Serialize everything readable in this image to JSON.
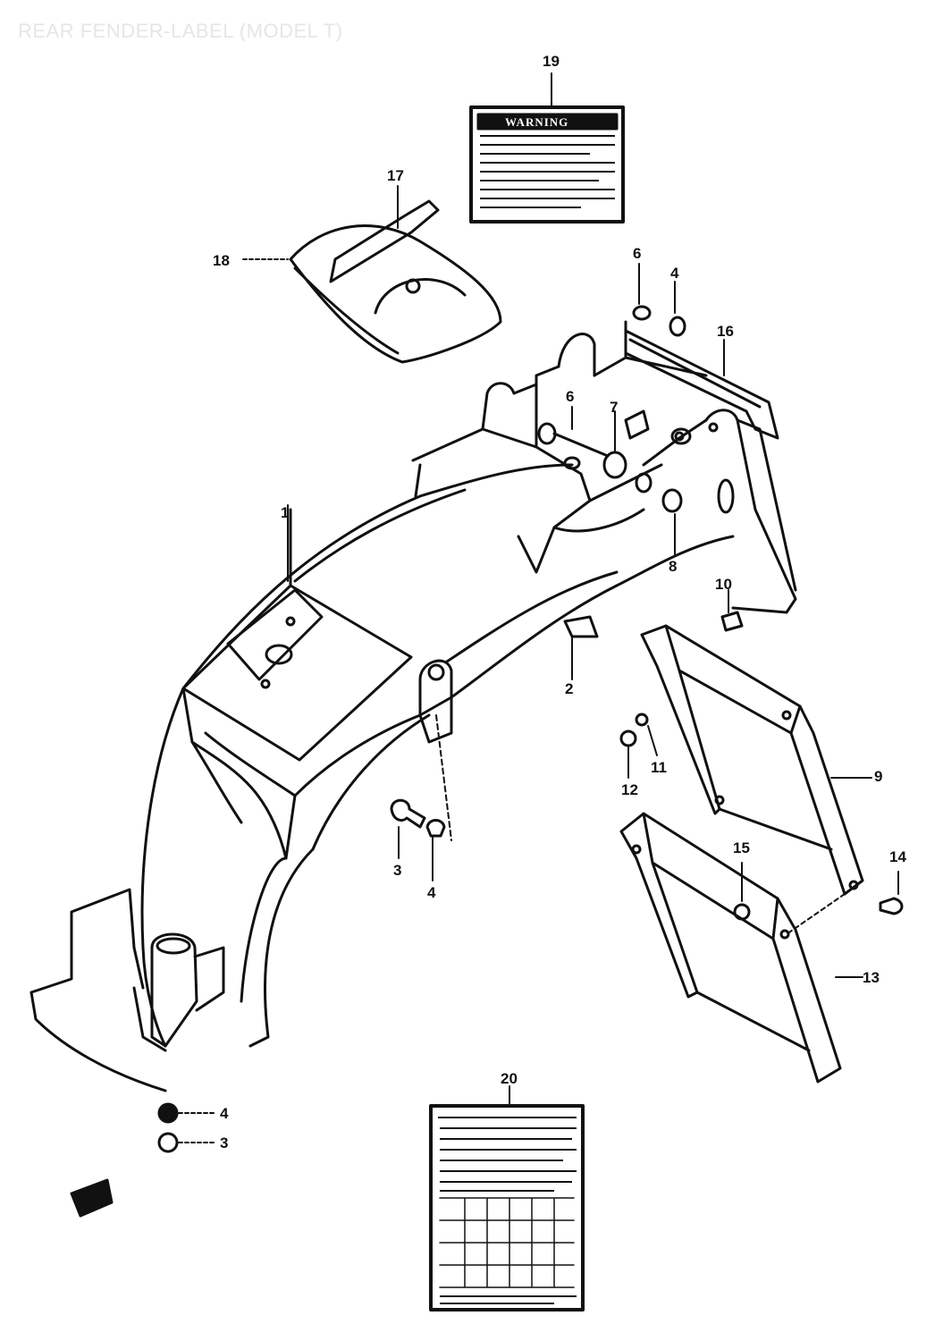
{
  "title": "REAR FENDER-LABEL (MODEL T)",
  "callouts": {
    "c1": "1",
    "c2": "2",
    "c3a": "3",
    "c3b": "3",
    "c4a": "4",
    "c4b": "4",
    "c4c": "4",
    "c6a": "6",
    "c6b": "6",
    "c7": "7",
    "c8": "8",
    "c9": "9",
    "c10": "10",
    "c11": "11",
    "c12": "12",
    "c13": "13",
    "c14": "14",
    "c15": "15",
    "c16": "16",
    "c17": "17",
    "c18": "18",
    "c19": "19",
    "c20": "20"
  },
  "warning_label": {
    "heading": "WARNING"
  },
  "colors": {
    "ink": "#111111",
    "paper": "#ffffff",
    "title": "#e6e6e6"
  }
}
